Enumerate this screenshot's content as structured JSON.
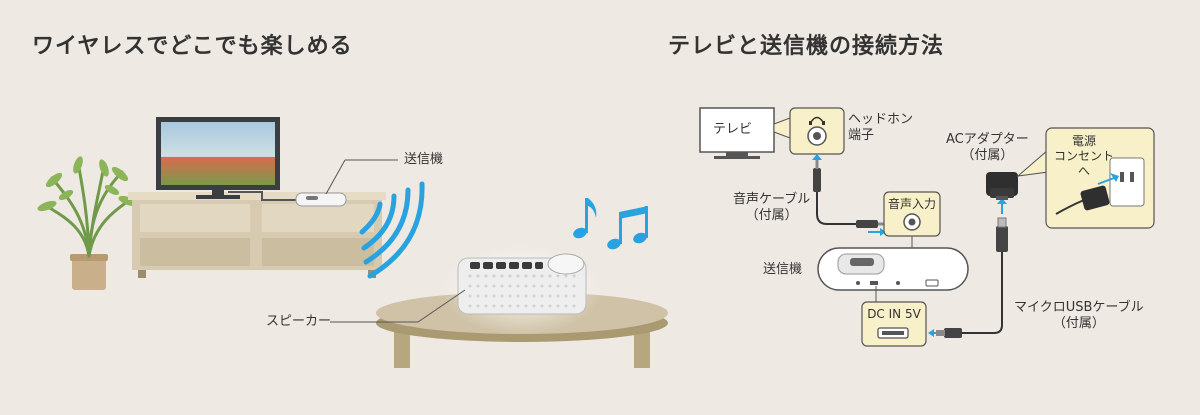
{
  "left": {
    "title": "ワイヤレスでどこでも楽しめる",
    "transmitter_label": "送信機",
    "speaker_label": "スピーカー"
  },
  "right": {
    "title": "テレビと送信機の接続方法",
    "tv_label": "テレビ",
    "headphone_jack_label": [
      "ヘッドホン",
      "端子"
    ],
    "audio_cable_label": [
      "音声ケーブル",
      "（付属）"
    ],
    "audio_input_label": "音声入力",
    "transmitter_label": "送信機",
    "dc_in_label": "DC IN 5V",
    "ac_adapter_label": [
      "ACアダプター",
      "（付属）"
    ],
    "outlet_label": [
      "電源",
      "コンセント",
      "へ"
    ],
    "usb_cable_label": [
      "マイクロUSBケーブル",
      "（付属）"
    ]
  },
  "colors": {
    "background": "#efe9e3",
    "accent_blue": "#29a3e0",
    "callout_fill": "#f7f0c8",
    "furniture": "#cfc2a6"
  }
}
